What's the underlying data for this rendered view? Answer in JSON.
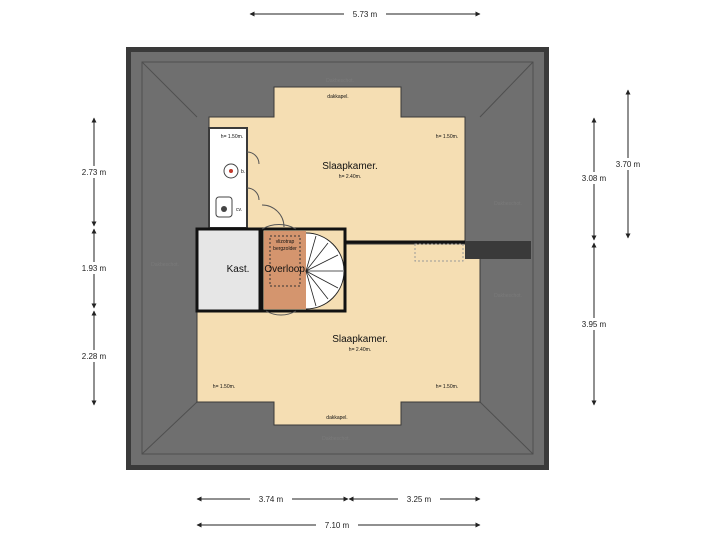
{
  "dimensions": {
    "top": "5.73 m",
    "bottom_left": "3.74 m",
    "bottom_right": "3.25 m",
    "bottom_total": "7.10 m",
    "left_top": "2.73 m",
    "left_middle": "1.93 m",
    "left_bottom": "2.28 m",
    "right_outer": "3.70 m",
    "right_upper": "3.08 m",
    "right_lower": "3.95 m"
  },
  "rooms": {
    "slaapkamer_top": {
      "name": "Slaapkamer.",
      "height": "h= 2.40m."
    },
    "slaapkamer_bottom": {
      "name": "Slaapkamer.",
      "height": "h= 2.40m."
    },
    "kast": "Kast.",
    "overloop": "Overloop.",
    "vlizotrap": [
      "vlizotrap",
      "bergzolder"
    ]
  },
  "labels": {
    "dakkapel_top": "dakkapel.",
    "dakkapel_bottom": "dakkapel.",
    "h150_bath": "h= 1.50m.",
    "h150_top_right": "h= 1.50m.",
    "h150_bottom_left": "h= 1.50m.",
    "h150_bottom_right": "h= 1.50m.",
    "fixture_b": "b.",
    "fixture_cv": "cv.",
    "roof_top": "Dakbeschot.",
    "roof_bottom": "Dakbeschot.",
    "roof_left": "Dakbeschot.",
    "roof_right_upper": "Dakbeschot.",
    "roof_right_lower": "Dakbeschot."
  },
  "colors": {
    "roof": "#6f6f6f",
    "outer_wall": "#3a3a3a",
    "floor": "#f5deb3",
    "overloop": "#d4956e",
    "kast": "#e6e6e6",
    "bathroom": "#ffffff"
  }
}
